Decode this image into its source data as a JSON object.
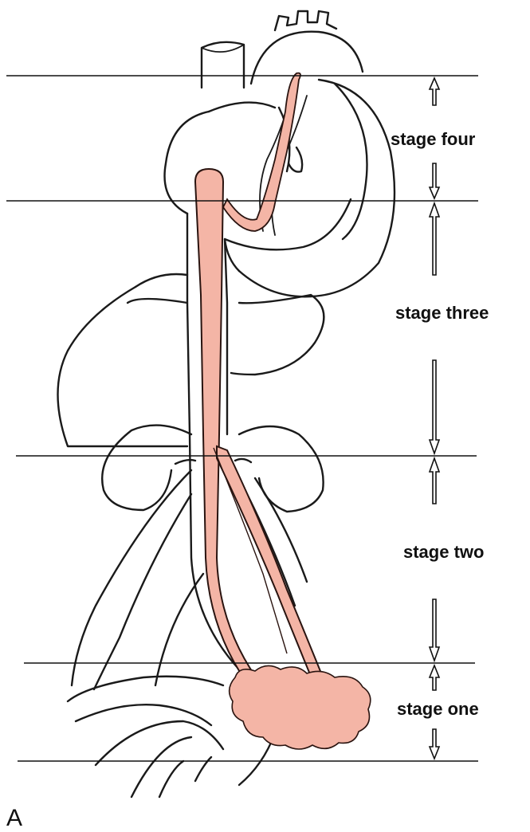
{
  "panel_letter": "A",
  "stages": [
    {
      "label": "stage four"
    },
    {
      "label": "stage three"
    },
    {
      "label": "stage two"
    },
    {
      "label": "stage one"
    }
  ],
  "colors": {
    "tract_fill": "#f4b5a6",
    "tract_outline": "#2a1410",
    "line": "#111111"
  }
}
